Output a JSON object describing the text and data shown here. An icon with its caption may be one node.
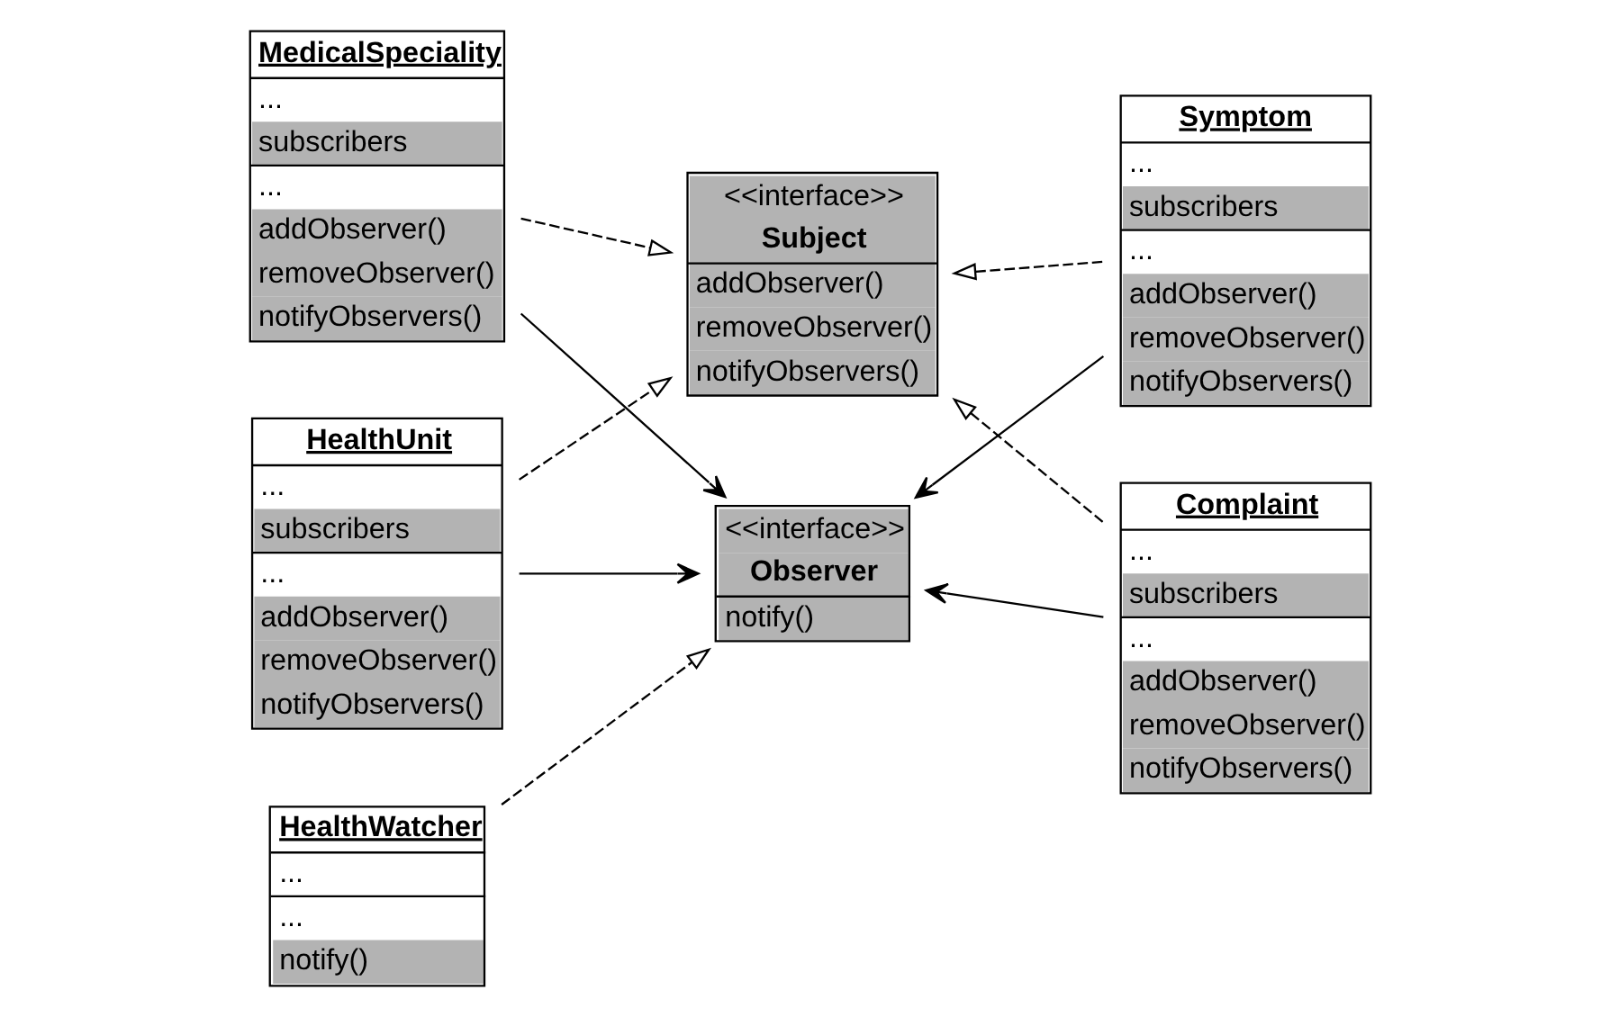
{
  "diagram": {
    "nodes": [
      {
        "text": [
          "<<interface>>",
          "Subject",
          "addObserver()",
          "removeObserver()",
          "notifyObservers()"
        ]
      },
      {
        "text": [
          "HealthUnit",
          "...",
          "subscribers",
          "...",
          "addObserver()",
          "removeObserver()",
          "notifyObservers()"
        ]
      },
      {
        "text": [
          "Symptom",
          "...",
          "subscribers",
          "...",
          "addObserver()",
          "removeObserver()",
          "notifyObservers()"
        ]
      },
      {
        "text": [
          "<<interface>>",
          "Observer",
          "notify()"
        ]
      },
      {
        "text": [
          "MedicalSpeciality",
          "...",
          "subscribers",
          "...",
          "addObserver()",
          "removeObserver()",
          "notifyObservers()"
        ]
      },
      {
        "text": [
          "Complaint",
          "...",
          "subscribers",
          "...",
          "addObserver()",
          "removeObserver()",
          "notifyObservers()"
        ]
      },
      {
        "text": [
          "HealthWatcher",
          "...",
          "...",
          "notify()"
        ]
      }
    ],
    "edges": [
      {
        "from": 1,
        "to": 0,
        "arrow": "to",
        "style": "dashed"
      },
      {
        "from": 4,
        "to": 0,
        "arrow": "to",
        "style": "dashed"
      },
      {
        "from": 2,
        "to": 0,
        "arrow": "to",
        "style": "dashed"
      },
      {
        "from": 5,
        "to": 0,
        "arrow": "to",
        "style": "dashed"
      },
      {
        "from": 1,
        "to": 3,
        "arrow": "to"
      },
      {
        "from": 4,
        "to": 3,
        "arrow": "to"
      },
      {
        "from": 2,
        "to": 3,
        "arrow": "to"
      },
      {
        "from": 5,
        "to": 3,
        "arrow": "to"
      },
      {
        "from": 6,
        "to": 3,
        "arrow": "to",
        "style": "dashed"
      }
    ]
  }
}
